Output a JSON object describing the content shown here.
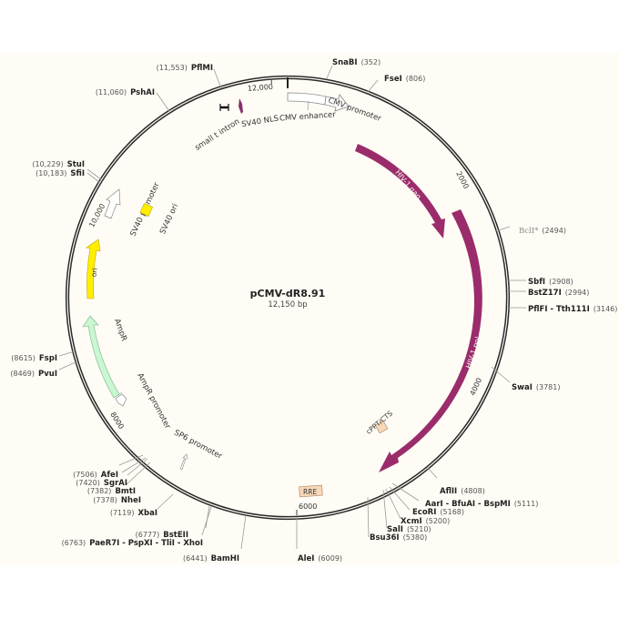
{
  "plasmid": {
    "name": "pCMV-dR8.91",
    "length_label": "12,150 bp",
    "length_bp": 12150
  },
  "colors": {
    "background": "#fffcf5",
    "backbone": "#2a2a2a",
    "hiv": "#9b2c6b",
    "ori": "#ffee00",
    "ampr": "#c8f7d2",
    "sv40_ori": "#ffee00",
    "misc_box": "#f7d9b9",
    "sv40_nls": "#8a2f6a"
  },
  "ticks": [
    {
      "pos": 0,
      "label": ""
    },
    {
      "pos": 2000,
      "label": "2000"
    },
    {
      "pos": 4000,
      "label": "4000"
    },
    {
      "pos": 6000,
      "label": "6000"
    },
    {
      "pos": 8000,
      "label": "8000"
    },
    {
      "pos": 10000,
      "label": "10,000"
    },
    {
      "pos": 12000,
      "label": "12,000"
    }
  ],
  "features": [
    {
      "id": "cmv_enhancer",
      "label": "CMV enhancer",
      "start": 0,
      "end": 380,
      "type": "promoter"
    },
    {
      "id": "cmv_promoter",
      "label": "CMV promoter",
      "start": 380,
      "end": 584,
      "type": "promoter"
    },
    {
      "id": "hiv_gag",
      "label": "HIV-1 gag",
      "start": 1300,
      "end": 2800,
      "type": "cds"
    },
    {
      "id": "hiv_pol",
      "label": "HIV-1 pol",
      "start": 2600,
      "end": 5300,
      "type": "cds"
    },
    {
      "id": "cppt_cts",
      "label": "cPPT/CTS",
      "type": "misc"
    },
    {
      "id": "rre",
      "label": "RRE",
      "type": "misc"
    },
    {
      "id": "sp6_promoter",
      "label": "SP6 promoter",
      "type": "promoter"
    },
    {
      "id": "ampr_promoter",
      "label": "AmpR promoter",
      "type": "promoter"
    },
    {
      "id": "ampr",
      "label": "AmpR",
      "type": "cds"
    },
    {
      "id": "ori",
      "label": "ori",
      "type": "rep_origin"
    },
    {
      "id": "sv40_promoter",
      "label": "SV40 promoter",
      "type": "promoter"
    },
    {
      "id": "sv40_ori",
      "label": "SV40 ori",
      "type": "rep_origin"
    },
    {
      "id": "small_t_intron",
      "label": "small t intron",
      "type": "intron"
    },
    {
      "id": "sv40_nls",
      "label": "SV40 NLS",
      "type": "misc"
    }
  ],
  "sites": [
    {
      "name": "SnaBI",
      "pos": "(352)",
      "side": "right"
    },
    {
      "name": "FseI",
      "pos": "(806)",
      "side": "right"
    },
    {
      "name": "BclI*",
      "pos": "(2494)",
      "side": "right",
      "grey": true
    },
    {
      "name": "SbfI",
      "pos": "(2908)",
      "side": "right"
    },
    {
      "name": "BstZ17I",
      "pos": "(2994)",
      "side": "right"
    },
    {
      "name": "PflFI - Tth111I",
      "pos": "(3146)",
      "side": "right"
    },
    {
      "name": "SwaI",
      "pos": "(3781)",
      "side": "right"
    },
    {
      "name": "AflII",
      "pos": "(4808)",
      "side": "right"
    },
    {
      "name": "AarI - BfuAI - BspMI",
      "pos": "(5111)",
      "side": "right"
    },
    {
      "name": "EcoRI",
      "pos": "(5168)",
      "side": "right"
    },
    {
      "name": "XcmI",
      "pos": "(5200)",
      "side": "right"
    },
    {
      "name": "SalI",
      "pos": "(5210)",
      "side": "right"
    },
    {
      "name": "Bsu36I",
      "pos": "(5380)",
      "side": "right"
    },
    {
      "name": "AleI",
      "pos": "(6009)",
      "side": "right"
    },
    {
      "name": "BamHI",
      "pos": "(6441)",
      "side": "left"
    },
    {
      "name": "PaeR7I - PspXI - TliI - XhoI",
      "pos": "(6763)",
      "side": "left"
    },
    {
      "name": "BstEII",
      "pos": "(6777)",
      "side": "left"
    },
    {
      "name": "XbaI",
      "pos": "(7119)",
      "side": "left"
    },
    {
      "name": "NheI",
      "pos": "(7378)",
      "side": "left"
    },
    {
      "name": "BmtI",
      "pos": "(7382)",
      "side": "left"
    },
    {
      "name": "SgrAI",
      "pos": "(7420)",
      "side": "left"
    },
    {
      "name": "AfeI",
      "pos": "(7506)",
      "side": "left"
    },
    {
      "name": "PvuI",
      "pos": "(8469)",
      "side": "left"
    },
    {
      "name": "FspI",
      "pos": "(8615)",
      "side": "left"
    },
    {
      "name": "SfiI",
      "pos": "(10,183)",
      "side": "left"
    },
    {
      "name": "StuI",
      "pos": "(10,229)",
      "side": "left"
    },
    {
      "name": "PshAI",
      "pos": "(11,060)",
      "side": "left"
    },
    {
      "name": "PflMI",
      "pos": "(11,553)",
      "side": "left"
    }
  ]
}
